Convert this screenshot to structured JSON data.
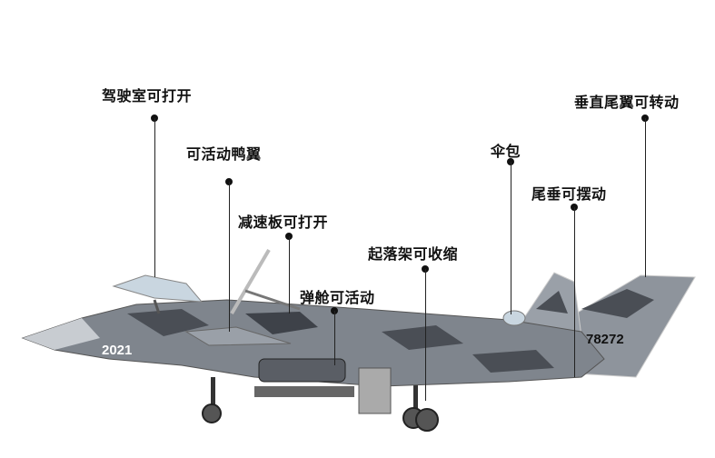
{
  "callouts": [
    {
      "id": "cockpit",
      "text": "驾驶室可打开"
    },
    {
      "id": "canard",
      "text": "可活动鸭翼"
    },
    {
      "id": "airbrake",
      "text": "减速板可打开"
    },
    {
      "id": "weapon-bay",
      "text": "弹舱可活动"
    },
    {
      "id": "landing-gear",
      "text": "起落架可收缩"
    },
    {
      "id": "parachute",
      "text": "伞包"
    },
    {
      "id": "tail-fin",
      "text": "尾垂可摆动"
    },
    {
      "id": "vertical-stabilizer",
      "text": "垂直尾翼可转动"
    }
  ],
  "aircraft": {
    "nose_number": "2021",
    "tail_number": "78272"
  },
  "colors": {
    "camo_dark": "#4a4e55",
    "camo_light": "#9aa0a8",
    "canopy": "#c9d6e0"
  }
}
